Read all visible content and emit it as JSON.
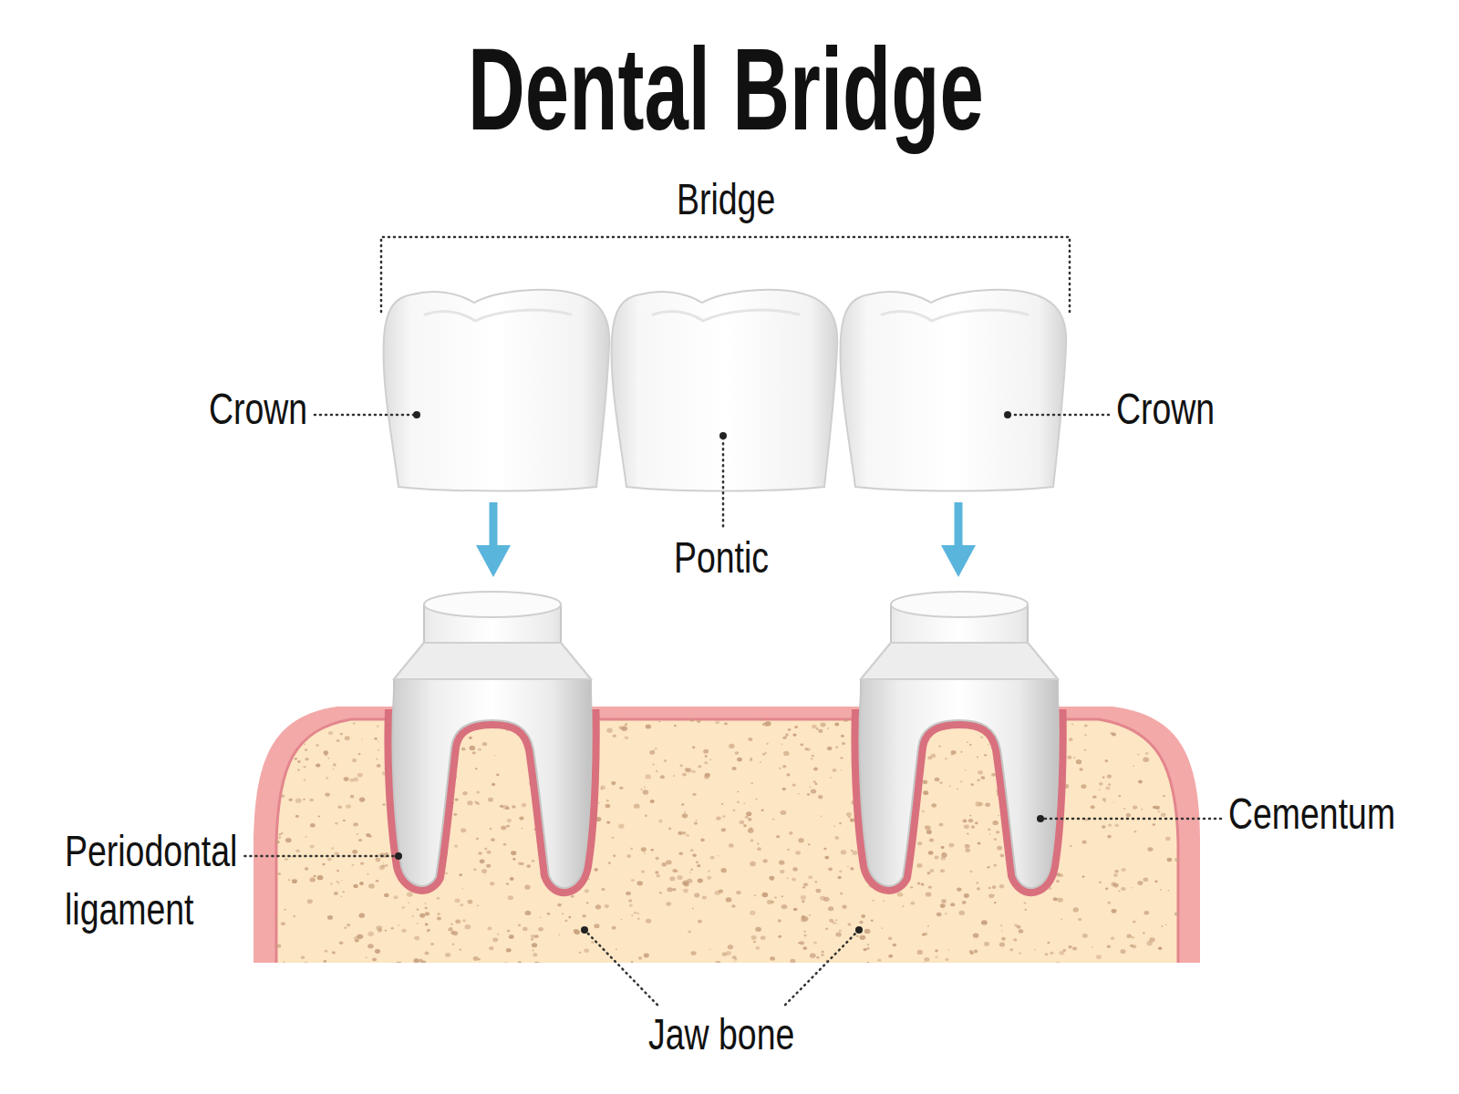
{
  "diagram": {
    "title": "Dental Bridge",
    "labels": [
      "Bridge",
      "Crown",
      "Pontic",
      "Crown",
      "Periodontal ligament",
      "Cementum",
      "Jaw bone"
    ]
  }
}
